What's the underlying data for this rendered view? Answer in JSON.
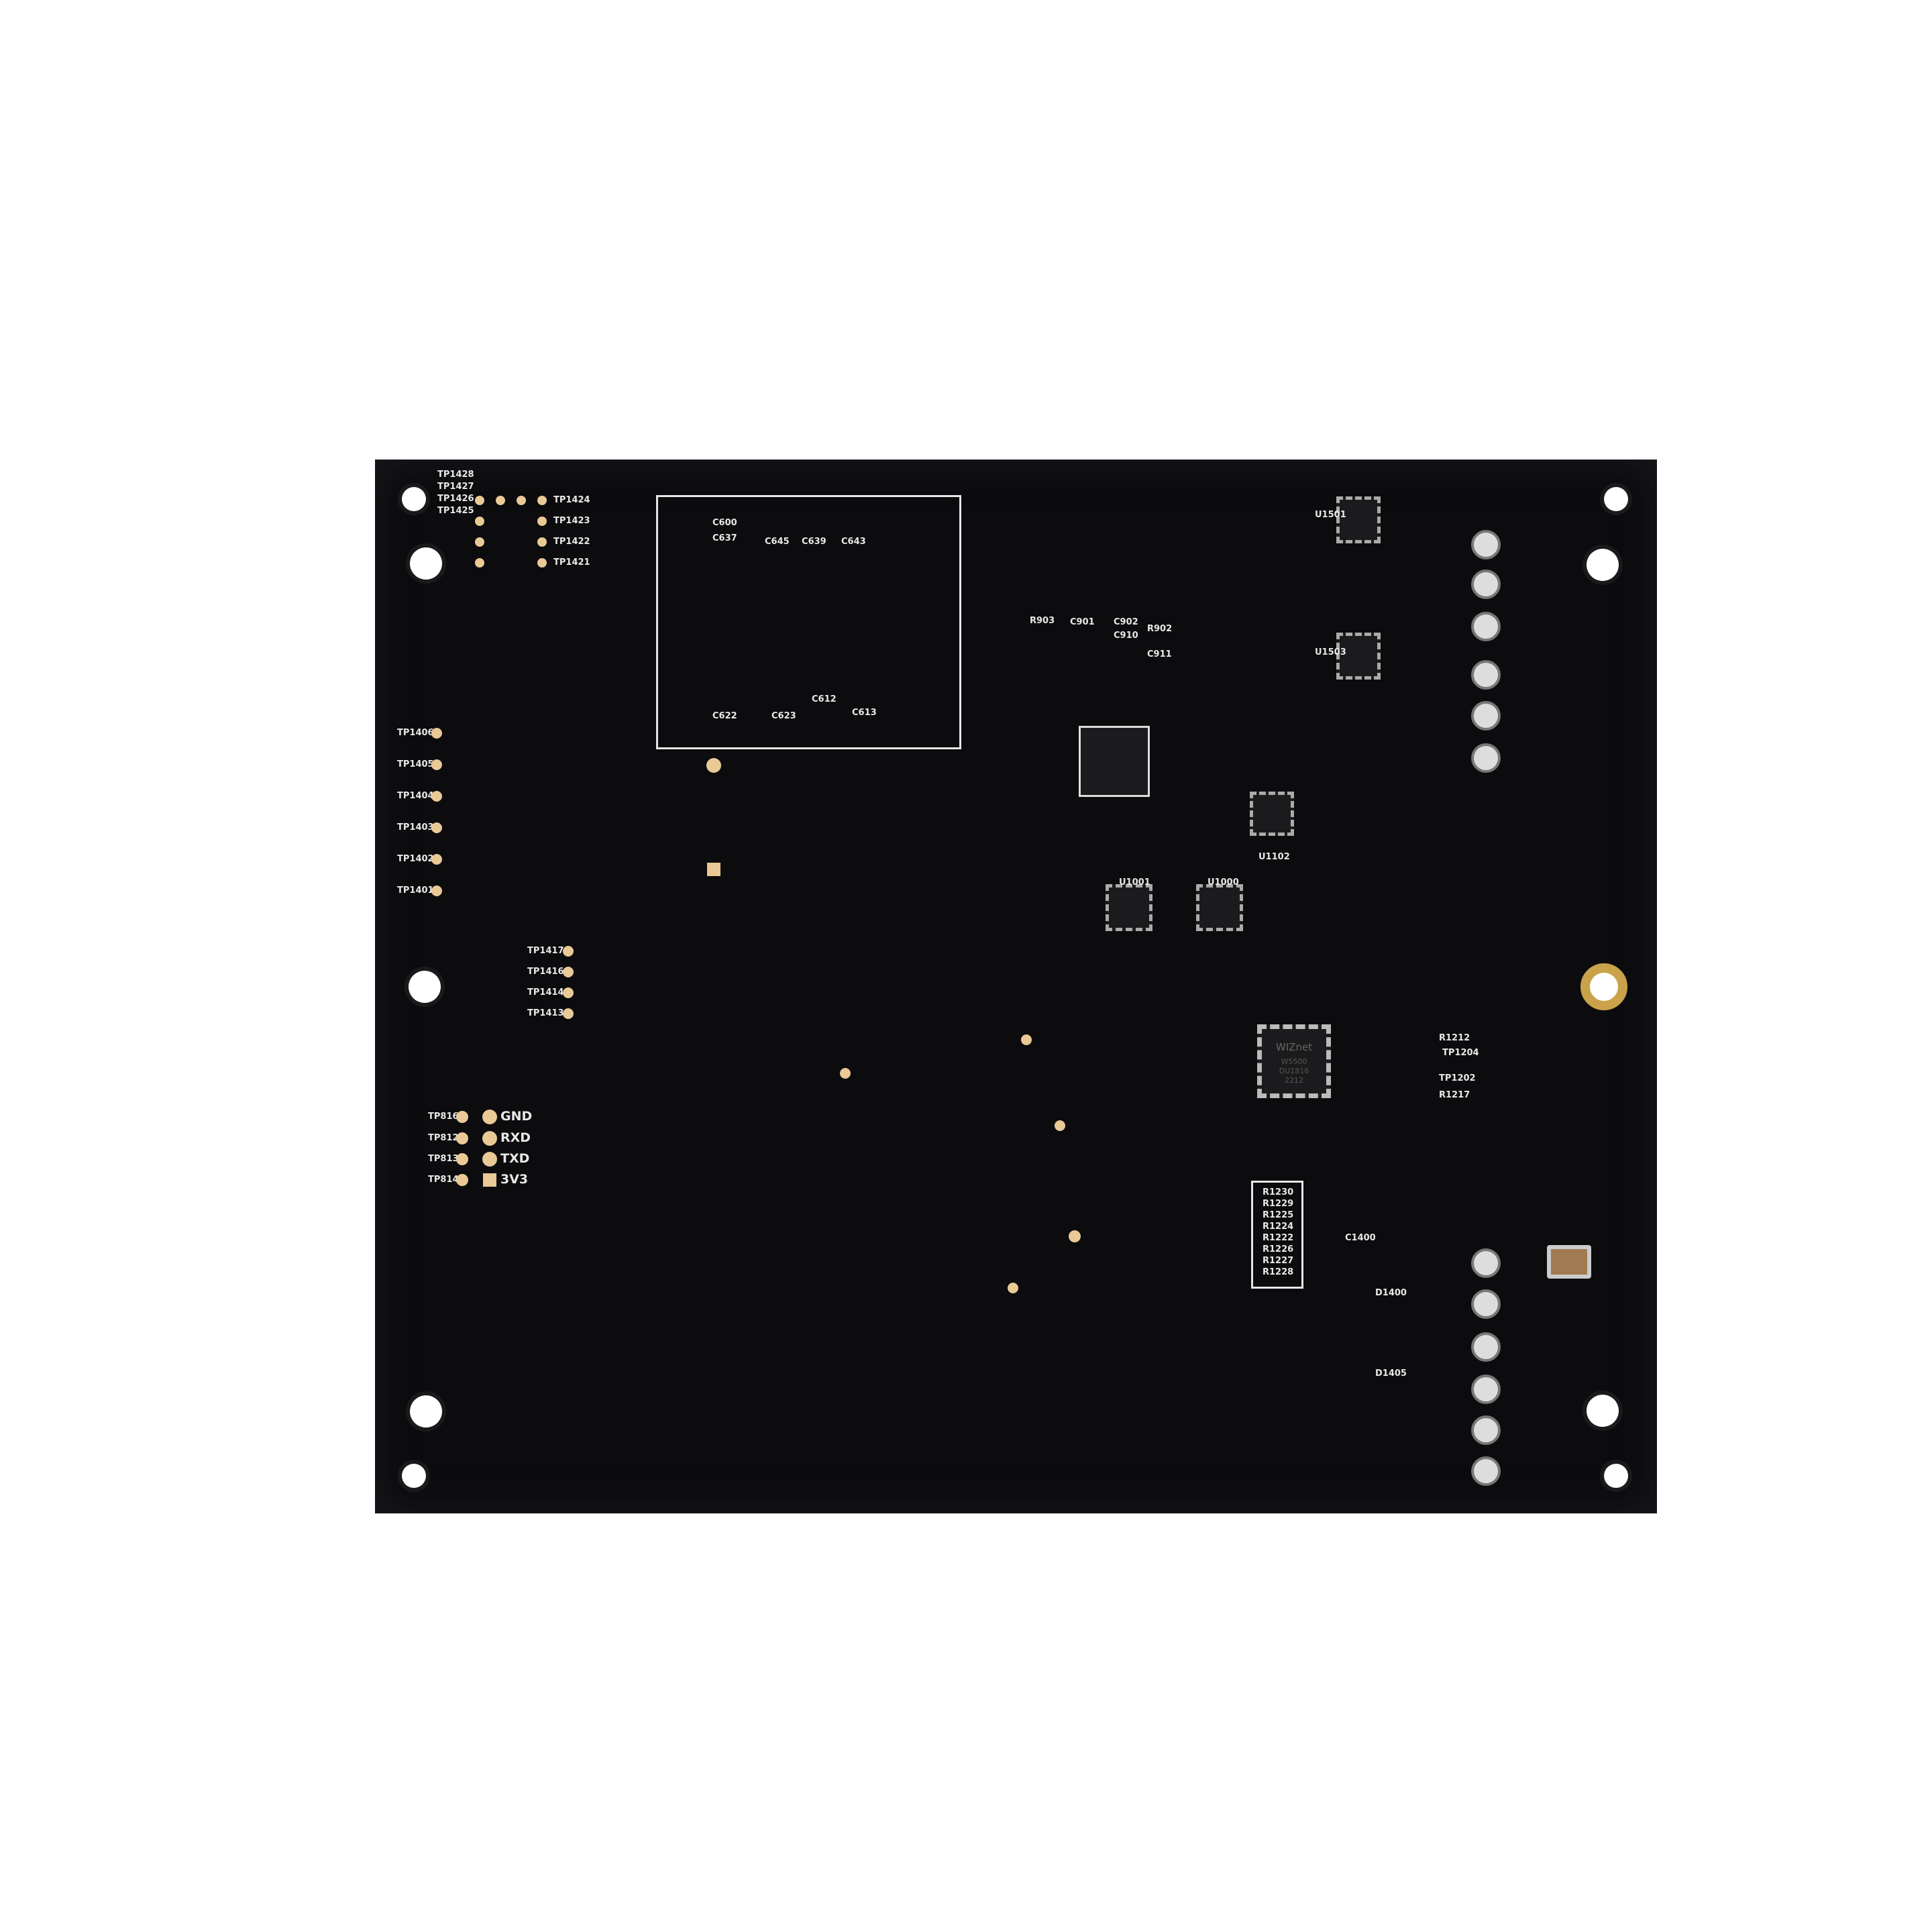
{
  "board": {
    "color": "#0c0b0d",
    "uart_header": [
      "GND",
      "RXD",
      "TXD",
      "3V3"
    ],
    "uart_testpoints": [
      "TP816",
      "TP812",
      "TP813",
      "TP814"
    ],
    "left_testpoints": [
      "TP1406",
      "TP1405",
      "TP1404",
      "TP1403",
      "TP1402",
      "TP1401"
    ],
    "top_left_testpoints_left": [
      "TP1428",
      "TP1427",
      "TP1426",
      "TP1425"
    ],
    "top_left_testpoints_right": [
      "TP1424",
      "TP1423",
      "TP1422",
      "TP1421"
    ],
    "mid_testpoints": [
      "TP1417",
      "TP1416",
      "TP1414",
      "TP1413"
    ],
    "main_chip": {
      "brand": "WIZnet",
      "part": "W5500",
      "lot": "DU1816",
      "code": "2212"
    },
    "chip_labels": [
      "U1001",
      "U1000",
      "U1102",
      "U1501",
      "U1503"
    ],
    "resistor_block": [
      "R1230",
      "R1229",
      "R1225",
      "R1224",
      "R1222",
      "R1226",
      "R1227",
      "R1228"
    ],
    "misc_labels": [
      "C600",
      "C637",
      "C645",
      "C639",
      "C643",
      "C622",
      "C623",
      "C612",
      "C613",
      "C1400",
      "D1400",
      "D1405",
      "R1212",
      "TP1204",
      "TP1202",
      "R1217",
      "C901",
      "C902",
      "C910",
      "C911",
      "R902",
      "R903"
    ]
  }
}
